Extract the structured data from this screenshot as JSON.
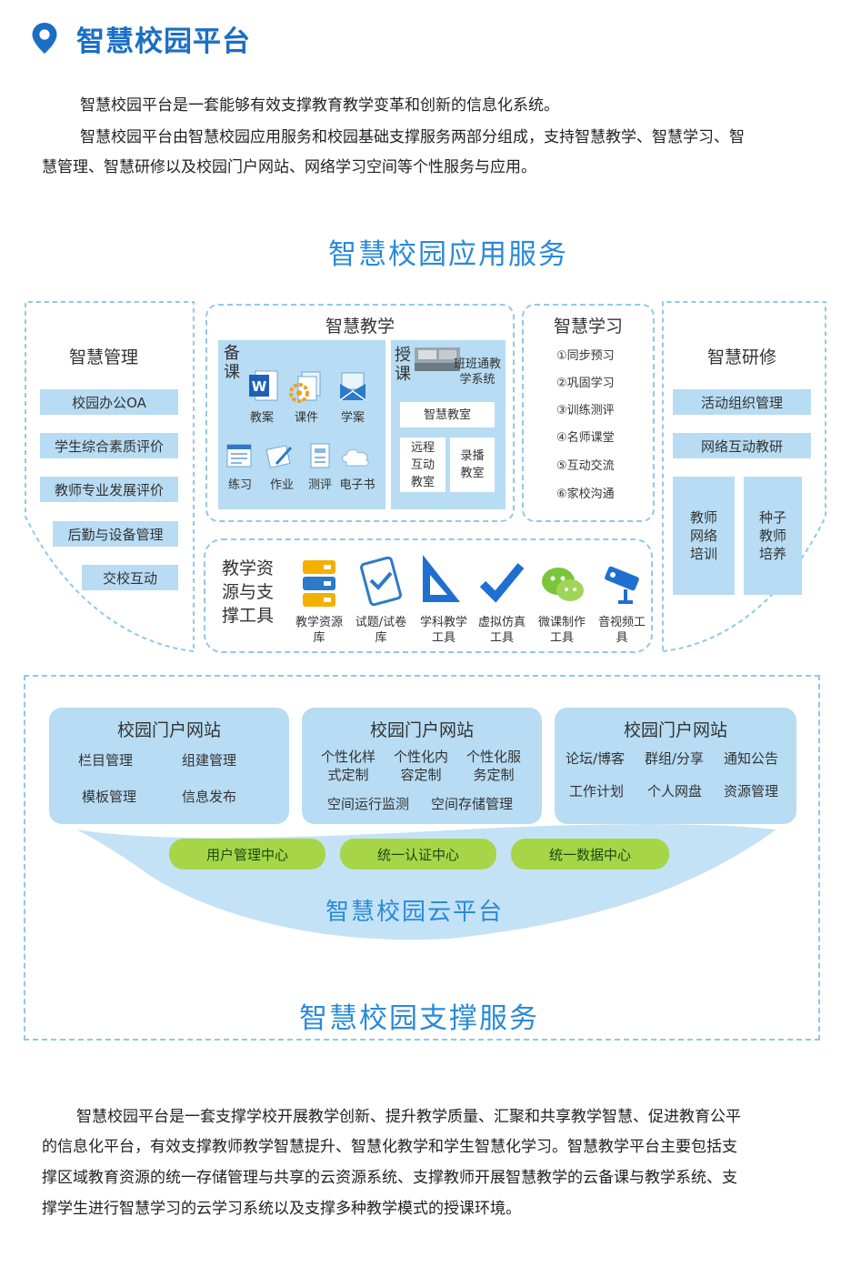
{
  "header": {
    "title": "智慧校园平台",
    "intro_1": "智慧校园平台是一套能够有效支撑教育教学变革和创新的信息化系统。",
    "intro_2a": "智慧校园平台由智慧校园应用服务和校园基础支撑服务两部分组成，支持智慧教学、智慧学习、智",
    "intro_2b": "慧管理、智慧研修以及校园门户网站、网络学习空间等个性服务与应用。"
  },
  "diagram": {
    "app_title": "智慧校园应用服务",
    "support_title": "智慧校园支撑服务",
    "cloud_title": "智慧校园云平台",
    "management": {
      "title": "智慧管理",
      "items": [
        "校园办公OA",
        "学生综合素质评价",
        "教师专业发展评价",
        "后勤与设备管理",
        "交校互动"
      ]
    },
    "teaching": {
      "title": "智慧教学",
      "prep_label": "备课",
      "prep_tools": [
        "教案",
        "课件",
        "学案",
        "练习",
        "作业",
        "测评",
        "电子书"
      ],
      "lecture_label": "授课",
      "lecture_system": "班班通教学系统",
      "smart_classroom": "智慧教室",
      "remote_classroom": "远程互动教室",
      "recording_classroom": "录播教室"
    },
    "learning": {
      "title": "智慧学习",
      "items": [
        "①同步预习",
        "②巩固学习",
        "③训练测评",
        "④名师课堂",
        "⑤互动交流",
        "⑥家校沟通"
      ]
    },
    "research": {
      "title": "智慧研修",
      "items": [
        "活动组织管理",
        "网络互动教研"
      ],
      "col_1": "教师网络培训",
      "col_2": "种子教师培养"
    },
    "resources": {
      "title": "教学资源与支撑工具",
      "tools": [
        "教学资源库",
        "试题/试卷库",
        "学科教学工具",
        "虚拟仿真工具",
        "微课制作工具",
        "音视频工具"
      ]
    },
    "portals": [
      {
        "title": "校园门户网站",
        "items": [
          "栏目管理",
          "组建管理",
          "模板管理",
          "信息发布"
        ]
      },
      {
        "title": "校园门户网站",
        "items": [
          "个性化样式定制",
          "个性化内容定制",
          "个性化服务定制",
          "空间运行监测",
          "空间存储管理"
        ]
      },
      {
        "title": "校园门户网站",
        "items": [
          "论坛/博客",
          "群组/分享",
          "通知公告",
          "工作计划",
          "个人网盘",
          "资源管理"
        ]
      }
    ],
    "centers": [
      "用户管理中心",
      "统一认证中心",
      "统一数据中心"
    ]
  },
  "footer": {
    "line_1": "智慧校园平台是一套支撑学校开展教学创新、提升教学质量、汇聚和共享教学智慧、促进教育公平",
    "line_2": "的信息化平台，有效支撑教师教学智慧提升、智慧化教学和学生智慧化学习。智慧教学平台主要包括支",
    "line_3": "撑区域教育资源的统一存储管理与共享的云资源系统、支撑教师开展智慧教学的云备课与教学系统、支",
    "line_4": "撑学生进行智慧学习的云学习系统以及支撑多种教学模式的授课环境。"
  },
  "colors": {
    "title_blue": "#1a6fc4",
    "accent_blue": "#2a8ad8",
    "light_blue": "#b7dcf3",
    "green": "#a6d648"
  }
}
